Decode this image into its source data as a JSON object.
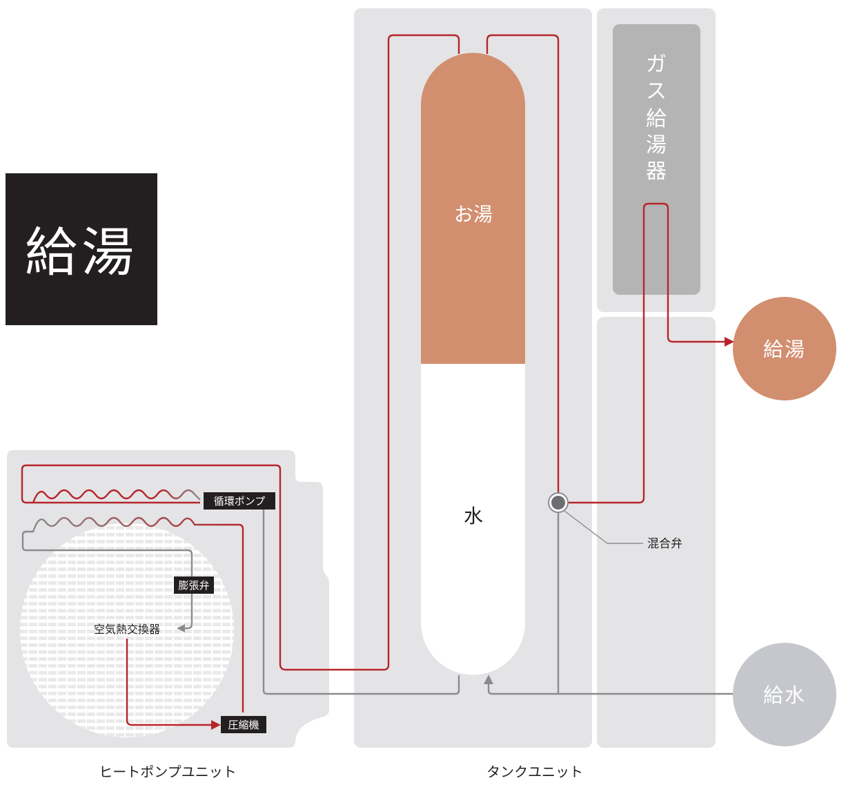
{
  "title": {
    "text": "給湯",
    "background": "#231f20",
    "color": "#ffffff"
  },
  "heat_pump_unit": {
    "caption": "ヒートポンプユニット",
    "labels": {
      "pump": "循環ポンプ",
      "valve": "膨張弁",
      "exchanger": "空気熱交換器",
      "compressor": "圧縮機"
    }
  },
  "tank_unit": {
    "caption": "タンクユニット",
    "hot_water": "お湯",
    "cold_water": "水",
    "gas_heater_chars": [
      "ガ",
      "ス",
      "給",
      "湯",
      "器"
    ],
    "mixing_valve": "混合弁"
  },
  "outputs": {
    "hot_supply": "給湯",
    "water_supply": "給水"
  },
  "colors": {
    "pipe_red": "#b7242a",
    "pipe_gray": "#8a8b8d",
    "panel_gray": "#e4e4e6",
    "hot_water": "#d28f6f",
    "gas_heater": "#b4b4b5",
    "water_supply_circle": "#c5c7cc",
    "label_box": "#231f20"
  }
}
